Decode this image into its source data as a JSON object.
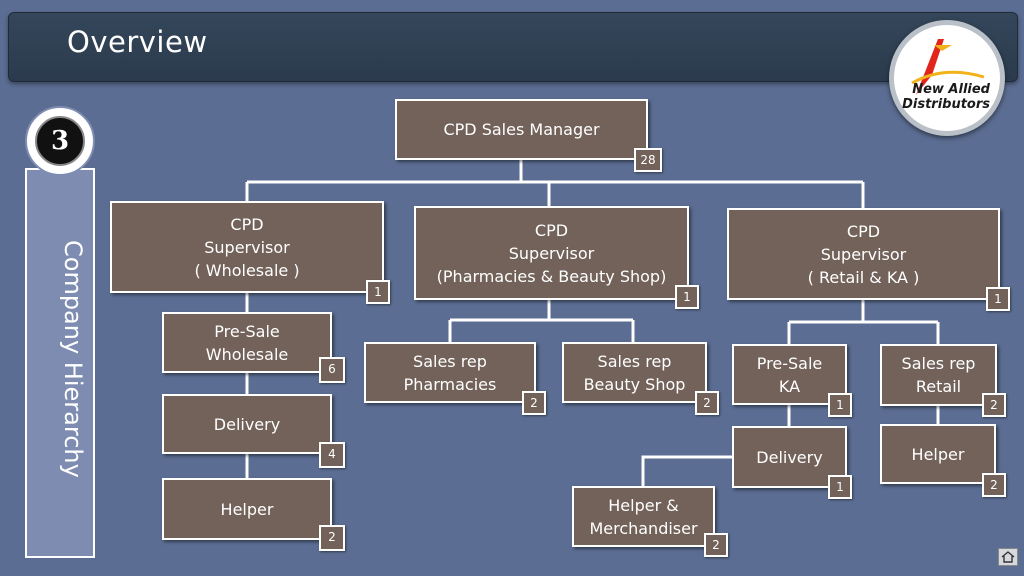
{
  "header": {
    "title": "Overview"
  },
  "logo": {
    "line1": "New Allied",
    "line2": "Distributors"
  },
  "badge": {
    "number": "3"
  },
  "side": {
    "label": "Company Hierarchy"
  },
  "nodes": {
    "manager": {
      "label": "CPD Sales Manager",
      "count": "28"
    },
    "sup_wholesale": {
      "label": "CPD\nSupervisor\n( Wholesale )",
      "count": "1"
    },
    "sup_pharma": {
      "label": "CPD\nSupervisor\n(Pharmacies & Beauty Shop)",
      "count": "1"
    },
    "sup_retail": {
      "label": "CPD\nSupervisor\n( Retail & KA )",
      "count": "1"
    },
    "presale_wholesale": {
      "label": "Pre-Sale\nWholesale",
      "count": "6"
    },
    "delivery_wholesale": {
      "label": "Delivery",
      "count": "4"
    },
    "helper_wholesale": {
      "label": "Helper",
      "count": "2"
    },
    "rep_pharma": {
      "label": "Sales rep\nPharmacies",
      "count": "2"
    },
    "rep_beauty": {
      "label": "Sales rep\nBeauty Shop",
      "count": "2"
    },
    "presale_ka": {
      "label": "Pre-Sale\nKA",
      "count": "1"
    },
    "rep_retail": {
      "label": "Sales rep\nRetail",
      "count": "2"
    },
    "delivery_ka": {
      "label": "Delivery",
      "count": "1"
    },
    "helper_retail": {
      "label": "Helper",
      "count": "2"
    },
    "helper_merch": {
      "label": "Helper &\nMerchandiser",
      "count": "2"
    }
  }
}
